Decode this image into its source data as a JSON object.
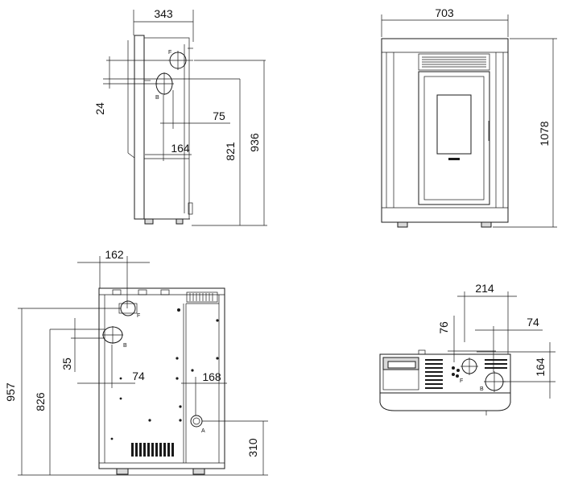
{
  "side_view": {
    "dim_width": "343",
    "dim_24": "24",
    "dim_75": "75",
    "dim_164": "164",
    "dim_821": "821",
    "dim_936": "936",
    "label_f": "F",
    "label_b": "B"
  },
  "front_view": {
    "dim_width": "703",
    "dim_height": "1078"
  },
  "back_view": {
    "dim_162": "162",
    "dim_35": "35",
    "dim_74": "74",
    "dim_168": "168",
    "dim_957": "957",
    "dim_826": "826",
    "dim_310": "310",
    "label_f": "F",
    "label_b": "B",
    "label_a": "A"
  },
  "top_view": {
    "dim_214": "214",
    "dim_76": "76",
    "dim_74": "74",
    "dim_164": "164",
    "label_f": "F",
    "label_b": "B"
  },
  "colors": {
    "line": "#1a1a1a",
    "panel_fill": "#d9d9d9"
  }
}
